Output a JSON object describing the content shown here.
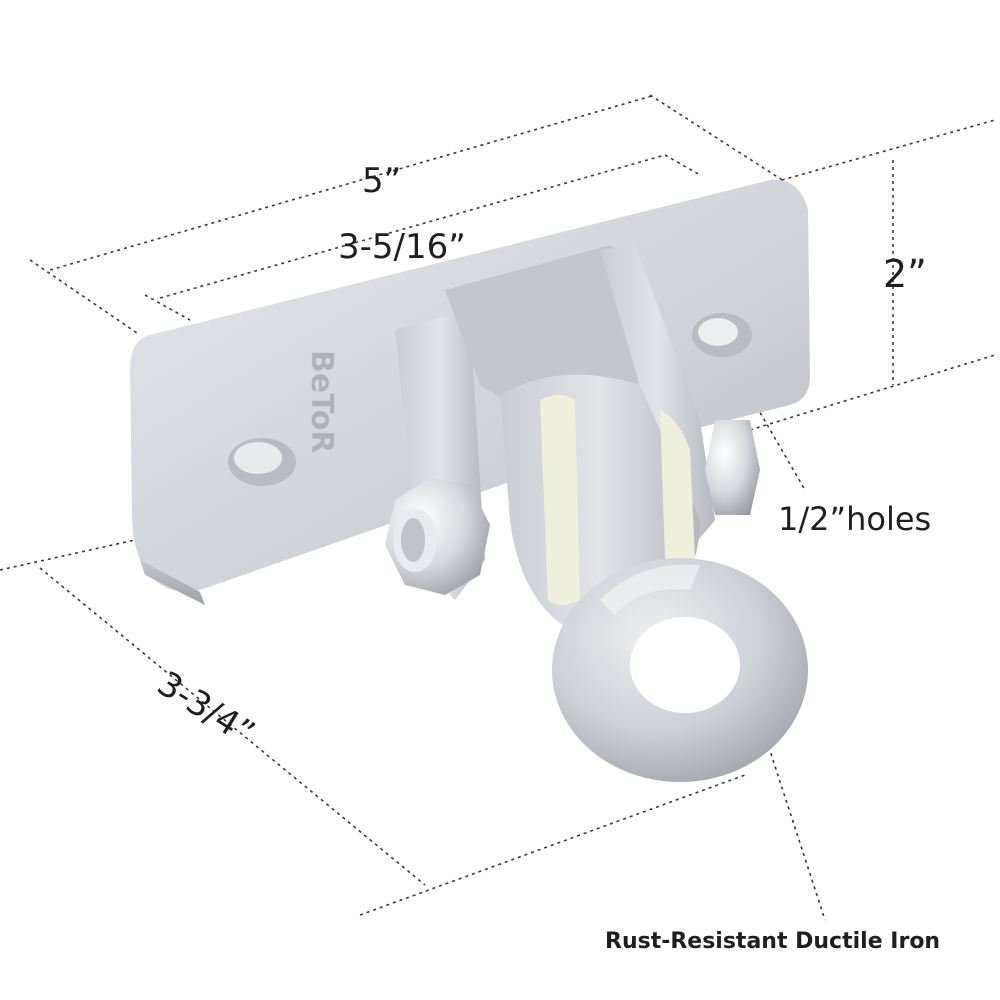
{
  "dimensions": {
    "overall_length": "5”",
    "hole_spacing": "3-5/16”",
    "height": "2”",
    "depth": "3-3/4”",
    "holes": "1/2”holes"
  },
  "caption": "Rust-Resistant Ductile Iron",
  "product": {
    "embossed_brand": "BeToR",
    "colors": {
      "metal": "#d6d8dc",
      "metal_dark": "#a9adb3",
      "bushing": "#eef0dc"
    }
  }
}
